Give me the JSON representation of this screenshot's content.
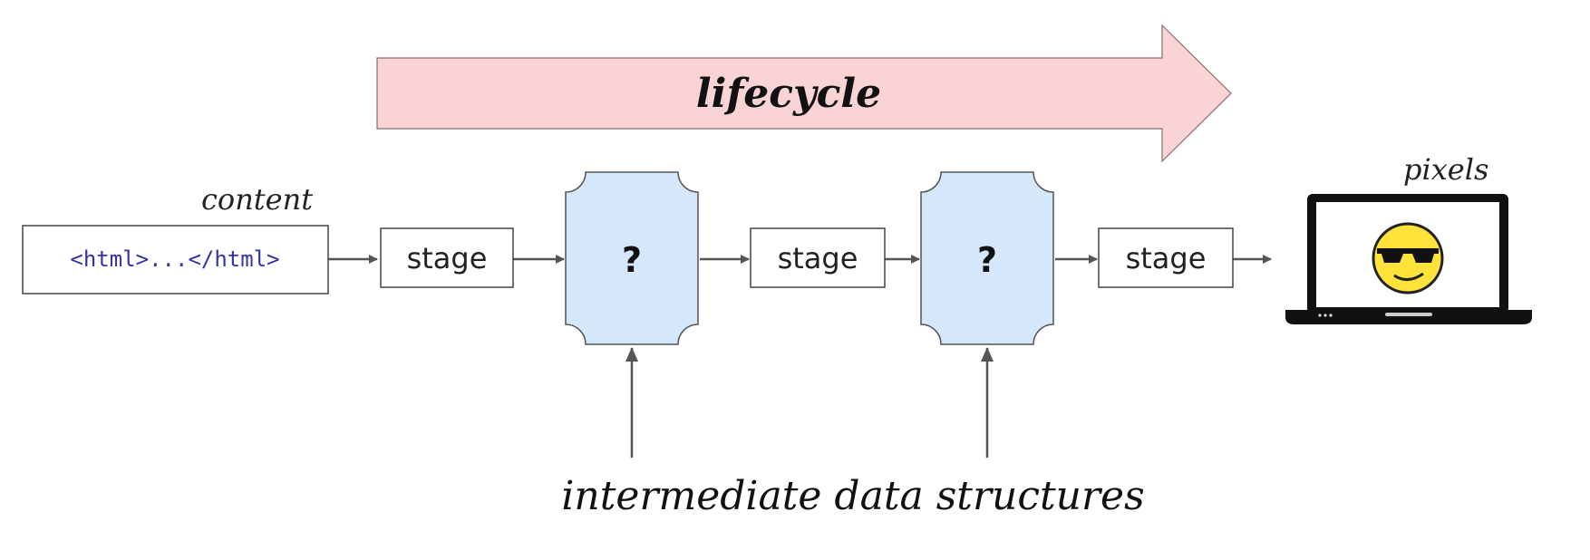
{
  "lifecycle": {
    "label": "lifecycle",
    "fill": "#fad4d4",
    "stroke": "#8a6a6a"
  },
  "content": {
    "label": "content",
    "code": "<html>...</html>",
    "code_color": "#3333aa"
  },
  "stages": [
    {
      "label": "stage"
    },
    {
      "label": "stage"
    },
    {
      "label": "stage"
    }
  ],
  "structures": [
    {
      "label": "?"
    },
    {
      "label": "?"
    }
  ],
  "structure_fill": "#d5e7fb",
  "pixels": {
    "label": "pixels"
  },
  "footer": {
    "label": "intermediate data structures"
  }
}
